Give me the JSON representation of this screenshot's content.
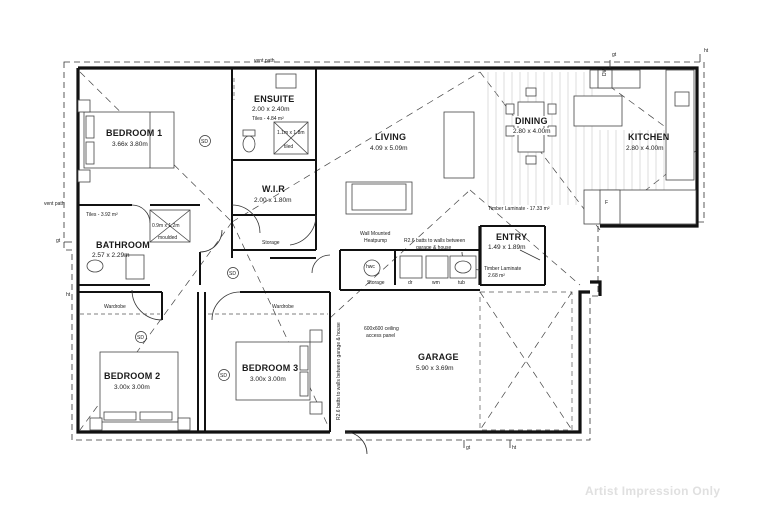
{
  "rooms": {
    "bedroom1": {
      "name": "BEDROOM 1",
      "size": "3.66x 3.80m"
    },
    "ensuite": {
      "name": "ENSUITE",
      "size": "2.00 x 2.40m"
    },
    "wir": {
      "name": "W.I.R",
      "size": "2.00 x 1.80m"
    },
    "living": {
      "name": "LIVING",
      "size": "4.09 x 5.09m"
    },
    "dining": {
      "name": "DINING",
      "size": "2.80 x 4.00m"
    },
    "kitchen": {
      "name": "KITCHEN",
      "size": "2.80 x 4.00m"
    },
    "bathroom": {
      "name": "BATHROOM",
      "size": "2.57 x 2.29m"
    },
    "entry": {
      "name": "ENTRY",
      "size": "1.49 x 1.89m"
    },
    "bedroom2": {
      "name": "BEDROOM 2",
      "size": "3.00x 3.00m"
    },
    "bedroom3": {
      "name": "BEDROOM 3",
      "size": "3.00x 3.00m"
    },
    "garage": {
      "name": "GARAGE",
      "size": "5.90 x 3.69m"
    }
  },
  "notes": {
    "vent_path_top": "vent path",
    "vent_path_left": "vent path",
    "tiles_ensuite": "Tiles - 4.84 m²",
    "shower_ensuite": "1.1m x 1.8m",
    "tiled": "tiled",
    "tiles_bath": "Tiles - 3.92 m²",
    "shower_bath_a": "0.9m x 1.2m",
    "shower_bath_b": "moulded",
    "timber_laminate_main": "Timber Laminate - 17.33 m²",
    "timber_laminate_entry": "Timber Laminate",
    "timber_laminate_entry_area": "2.68 m²",
    "wall_heatpump_a": "Wall Mounted",
    "wall_heatpump_b": "Heatpump",
    "batts_a": "R2.6 batts to walls between",
    "batts_b": "garage & house",
    "batts_vertical": "R2.6 batts to walls between garage & house",
    "storage_hall": "Storage",
    "storage_garage": "Storage",
    "hwc": "hwc",
    "dr": "dr",
    "wm": "wm",
    "tub": "tub",
    "wardrobe_1": "Wardrobe",
    "wardrobe_2": "Wardrobe",
    "ceiling_a": "600x600 ceiling",
    "ceiling_b": "access panel",
    "dw": "DW",
    "f": "F",
    "sd": "SD",
    "gt": "gt",
    "ht": "ht",
    "watermark": "Artist Impression Only"
  }
}
